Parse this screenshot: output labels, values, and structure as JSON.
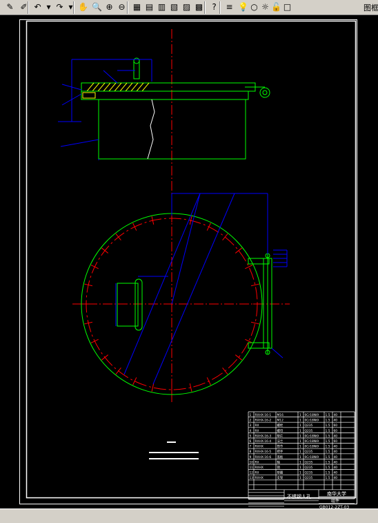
{
  "toolbar": {
    "label": "图框",
    "buttons": [
      {
        "name": "pencil-icon",
        "glyph": "✎"
      },
      {
        "name": "highlighter-icon",
        "glyph": "✐"
      },
      {
        "name": "undo-icon",
        "glyph": "↶"
      },
      {
        "name": "undo-dropdown-icon",
        "glyph": "▾"
      },
      {
        "name": "redo-icon",
        "glyph": "↷"
      },
      {
        "name": "redo-dropdown-icon",
        "glyph": "▾"
      },
      {
        "name": "pan-icon",
        "glyph": "✋"
      },
      {
        "name": "zoom-realtime-icon",
        "glyph": "🔍"
      },
      {
        "name": "zoom-window-icon",
        "glyph": "⊕"
      },
      {
        "name": "zoom-previous-icon",
        "glyph": "⊖"
      },
      {
        "name": "properties-icon",
        "glyph": "▦"
      },
      {
        "name": "design-center-icon",
        "glyph": "▤"
      },
      {
        "name": "tool-palettes-icon",
        "glyph": "▥"
      },
      {
        "name": "sheet-set-icon",
        "glyph": "▧"
      },
      {
        "name": "markup-icon",
        "glyph": "▨"
      },
      {
        "name": "calculator-icon",
        "glyph": "▩"
      },
      {
        "name": "help-icon",
        "glyph": "?"
      },
      {
        "name": "layers-icon",
        "glyph": "≡"
      },
      {
        "name": "light-bulb-icon",
        "glyph": "💡"
      },
      {
        "name": "sun-icon",
        "glyph": "○"
      },
      {
        "name": "freeze-icon",
        "glyph": "☼"
      },
      {
        "name": "lock-icon",
        "glyph": "🔓"
      },
      {
        "name": "color-swatch-icon",
        "glyph": "□"
      }
    ]
  },
  "drawing": {
    "colors": {
      "frame": "#ffffff",
      "part": "#00ff00",
      "dimension": "#0000ff",
      "centerline": "#ff0000",
      "text": "#ffffff"
    },
    "title_block": {
      "part_name": "不锈钢人孔",
      "school": "南华大学",
      "group": "组件",
      "drawing_no": "GB012-2ZT-03"
    },
    "parts_list": [
      {
        "no": "1",
        "code": "RXHX-16-1",
        "name": "M16",
        "qty": "1",
        "material": "0Cr18Ni9",
        "weight": "1.5",
        "note": "40"
      },
      {
        "no": "2",
        "code": "RXHX-16-2",
        "name": "M12",
        "qty": "1",
        "material": "0Cr18Ni9",
        "weight": "1.5",
        "note": "40"
      },
      {
        "no": "3",
        "code": "RX",
        "name": "螺栓",
        "qty": "1",
        "material": "Q235",
        "weight": "1.5",
        "note": "60"
      },
      {
        "no": "4",
        "code": "RX",
        "name": "螺母",
        "qty": "1",
        "material": "Q235",
        "weight": "1.5",
        "note": "60"
      },
      {
        "no": "5",
        "code": "RXHX-16-3",
        "name": "垫片",
        "qty": "1",
        "material": "0Cr18Ni9",
        "weight": "1.5",
        "note": "40"
      },
      {
        "no": "6",
        "code": "RXHX-16-4",
        "name": "法兰",
        "qty": "1",
        "material": "0Cr18Ni9",
        "weight": "1.5",
        "note": "60"
      },
      {
        "no": "7",
        "code": "RXHX",
        "name": "筒节",
        "qty": "1",
        "material": "0Cr18Ni9",
        "weight": "1.5",
        "note": "40"
      },
      {
        "no": "8",
        "code": "RXHX-16-5",
        "name": "把手",
        "qty": "1",
        "material": "Q235",
        "weight": "1.5",
        "note": "40"
      },
      {
        "no": "9",
        "code": "RXHX-16-6",
        "name": "盖板",
        "qty": "1",
        "material": "0Cr18Ni9",
        "weight": "1.5",
        "note": "40"
      },
      {
        "no": "10",
        "code": "RX",
        "name": "轴",
        "qty": "1",
        "material": "Q235",
        "weight": "1.5",
        "note": "40"
      },
      {
        "no": "11",
        "code": "RXHX",
        "name": "销",
        "qty": "1",
        "material": "Q235",
        "weight": "1.5",
        "note": "40"
      },
      {
        "no": "12",
        "code": "RX",
        "name": "垫圈",
        "qty": "1",
        "material": "Q235",
        "weight": "1.5",
        "note": "40"
      },
      {
        "no": "13",
        "code": "RXHX",
        "name": "支架",
        "qty": "1",
        "material": "Q235",
        "weight": "1.5",
        "note": "40"
      }
    ]
  }
}
